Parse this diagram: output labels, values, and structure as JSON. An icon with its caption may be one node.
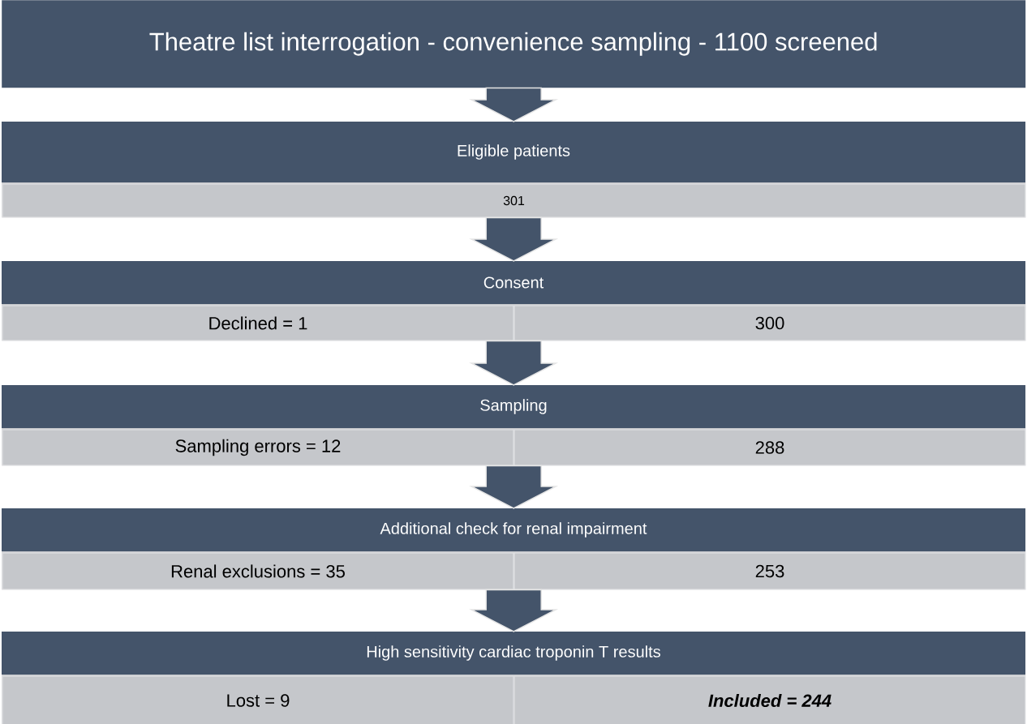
{
  "diagram": {
    "nodes": [
      {
        "text": [
          "Theatre list interrogation - convenience sampling - 1100 screened"
        ]
      },
      {
        "text": [
          "Eligible patients"
        ]
      },
      {
        "text": [
          "301"
        ],
        "in": 1
      },
      {
        "text": [
          "Consent"
        ]
      },
      {
        "text": [
          "Declined = 1"
        ],
        "in": 3
      },
      {
        "text": [
          "300"
        ],
        "in": 3
      },
      {
        "text": [
          "Sampling"
        ]
      },
      {
        "text": [
          "Sampling errors = 12"
        ],
        "in": 6
      },
      {
        "text": [
          "288"
        ],
        "in": 6
      },
      {
        "text": [
          "Additional check for renal impairment"
        ]
      },
      {
        "text": [
          "Renal exclusions = 35"
        ],
        "in": 9
      },
      {
        "text": [
          "253"
        ],
        "in": 9
      },
      {
        "text": [
          "High sensitivity cardiac troponin T results"
        ]
      },
      {
        "text": [
          "Lost = 9"
        ],
        "in": 12
      },
      {
        "text": [
          "Included = 244"
        ],
        "in": 12
      }
    ],
    "edges": [
      {
        "from": 0,
        "to": 1,
        "arrow": "to"
      },
      {
        "from": 1,
        "to": 3,
        "arrow": "to"
      },
      {
        "from": 3,
        "to": 6,
        "arrow": "to"
      },
      {
        "from": 6,
        "to": 9,
        "arrow": "to"
      },
      {
        "from": 9,
        "to": 12,
        "arrow": "to"
      }
    ]
  }
}
